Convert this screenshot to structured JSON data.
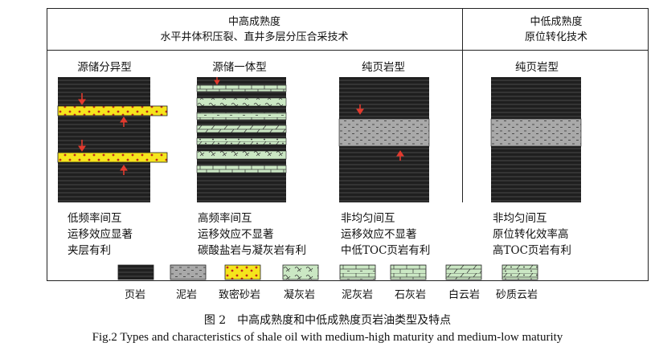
{
  "header": {
    "left_line1": "中高成熟度",
    "left_line2": "水平井体积压裂、直井多层分压合采技术",
    "right_line1": "中低成熟度",
    "right_line2": "原位转化技术"
  },
  "columns": [
    {
      "title": "源储分异型",
      "desc": [
        "低频率间互",
        "运移效应显著",
        "夹层有利"
      ]
    },
    {
      "title": "源储一体型",
      "desc": [
        "高频率间互",
        "运移效应不显著",
        "碳酸盐岩与凝灰岩有利"
      ]
    },
    {
      "title": "纯页岩型",
      "desc": [
        "非均匀间互",
        "运移效应不显著",
        "中低TOC页岩有利"
      ]
    },
    {
      "title": "纯页岩型",
      "desc": [
        "非均匀间互",
        "原位转化效率高",
        "高TOC页岩有利"
      ]
    }
  ],
  "legend": [
    "页岩",
    "泥岩",
    "致密砂岩",
    "凝灰岩",
    "泥灰岩",
    "石灰岩",
    "白云岩",
    "砂质云岩"
  ],
  "colors": {
    "shale": "#2b2b2b",
    "mudstone": "#a8a8a8",
    "sandstone": "#f5e51c",
    "carbonate": "#c9e7c3",
    "arrow": "#e23a2e"
  },
  "caption": {
    "cn": "图 2　中高成熟度和中低成熟度页岩油类型及特点",
    "en": "Fig.2 Types and characteristics of shale oil with medium-high maturity and medium-low maturity"
  }
}
